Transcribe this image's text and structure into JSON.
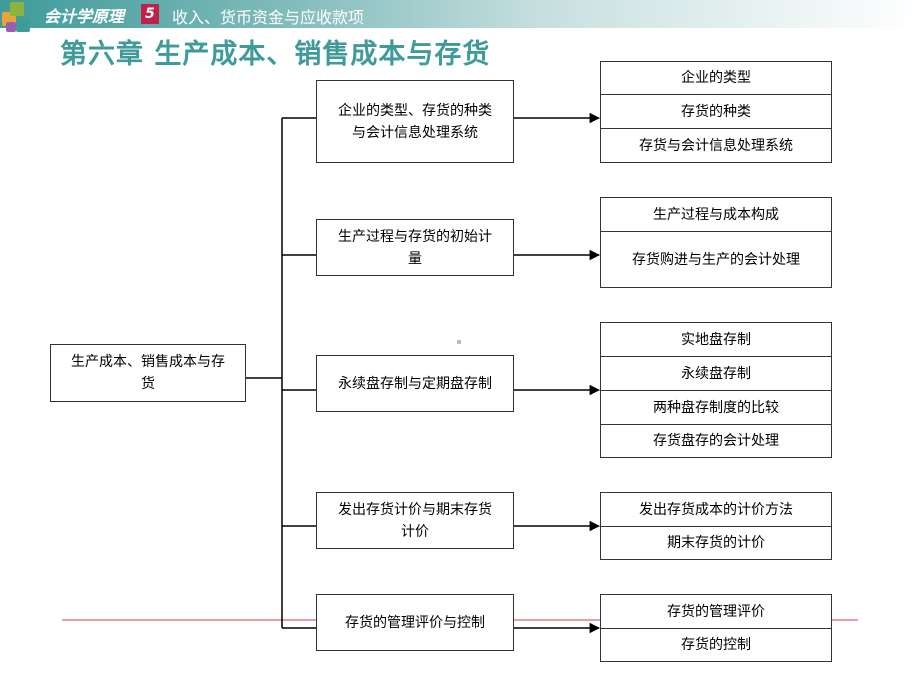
{
  "header": {
    "course": "会计学原理",
    "chapter_number": "5",
    "section": "收入、货币资金与应收款项"
  },
  "title": "第六章 生产成本、销售成本与存货",
  "root": "生产成本、销售成本与存货",
  "branches": [
    {
      "label": "企业的类型、存货的种类与会计信息处理系统",
      "items": [
        "企业的类型",
        "存货的种类",
        "存货与会计信息处理系统"
      ]
    },
    {
      "label": "生产过程与存货的初始计量",
      "items": [
        "生产过程与成本构成",
        "存货购进与生产的会计处理"
      ]
    },
    {
      "label": "永续盘存制与定期盘存制",
      "items": [
        "实地盘存制",
        "永续盘存制",
        "两种盘存制度的比较",
        "存货盘存的会计处理"
      ]
    },
    {
      "label": "发出存货计价与期末存货计价",
      "items": [
        "发出存货成本的计价方法",
        "期末存货的计价"
      ]
    },
    {
      "label": "存货的管理评价与控制",
      "items": [
        "存货的管理评价",
        "存货的控制"
      ]
    }
  ]
}
